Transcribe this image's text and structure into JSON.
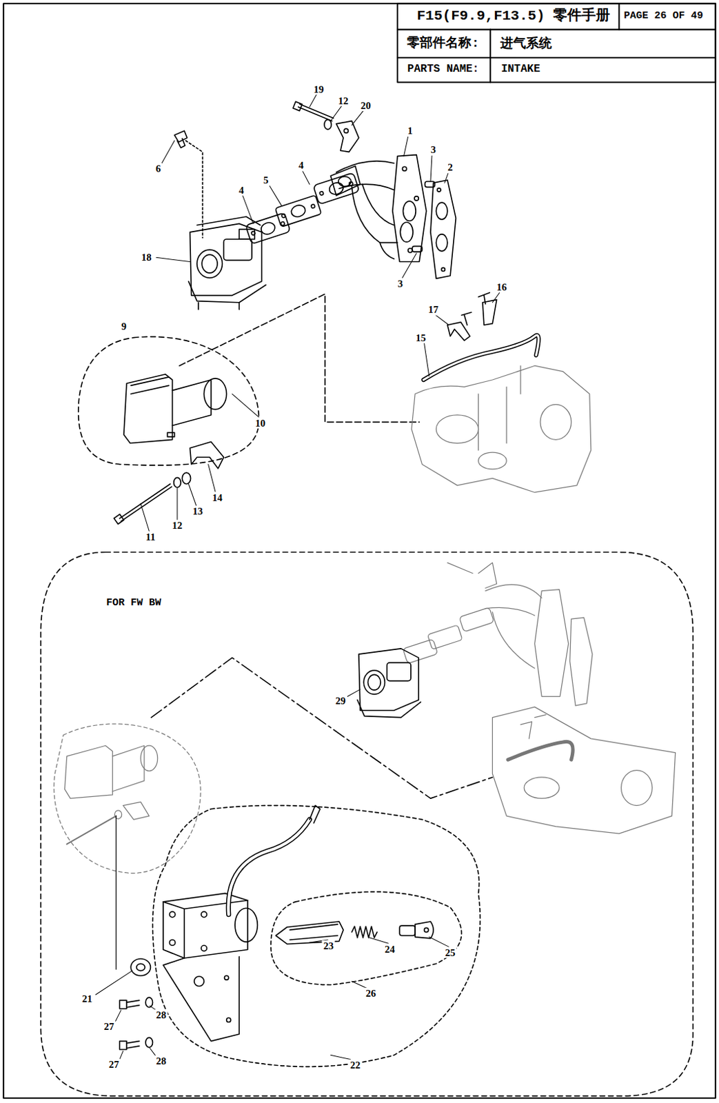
{
  "diagram": {
    "title": "F15(F9.9,F13.5) 零件手册",
    "labels": [
      "PAGE 26 OF 49",
      "零部件名称:",
      "进气系统",
      "PARTS NAME:",
      "INTAKE",
      "19",
      "12",
      "20",
      "1",
      "6",
      "3",
      "2",
      "4",
      "5",
      "4",
      "18",
      "3",
      "16",
      "17",
      "9",
      "15",
      "10",
      "14",
      "13",
      "12",
      "11",
      "FOR FW BW",
      "29",
      "23",
      "24",
      "25",
      "21",
      "26",
      "27",
      "28",
      "27",
      "28",
      "22"
    ]
  }
}
